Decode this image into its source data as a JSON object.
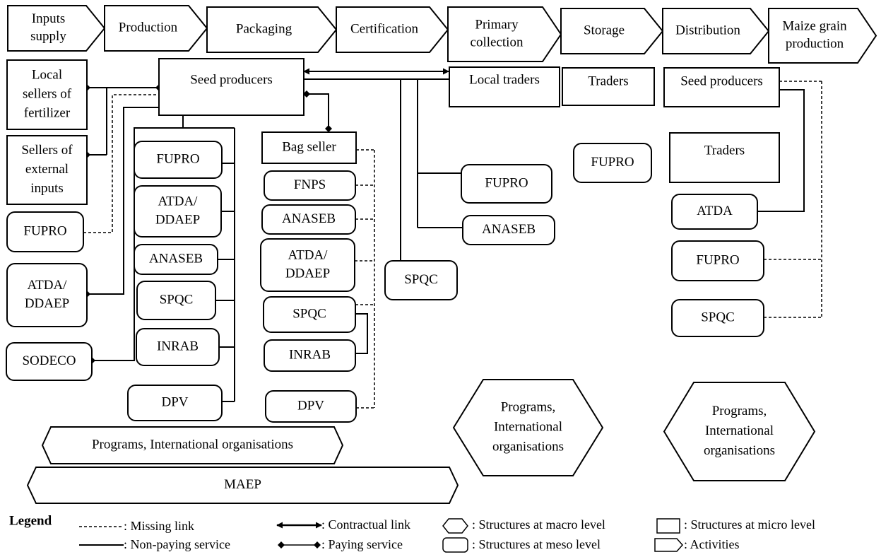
{
  "activities": [
    {
      "id": "inputs-supply",
      "lines": [
        "Inputs",
        "supply"
      ]
    },
    {
      "id": "production",
      "lines": [
        "Production"
      ]
    },
    {
      "id": "packaging",
      "lines": [
        "Packaging"
      ]
    },
    {
      "id": "certification",
      "lines": [
        "Certification"
      ]
    },
    {
      "id": "primary-collection",
      "lines": [
        "Primary",
        "collection"
      ]
    },
    {
      "id": "storage",
      "lines": [
        "Storage"
      ]
    },
    {
      "id": "distribution",
      "lines": [
        "Distribution"
      ]
    },
    {
      "id": "maize-grain-production",
      "lines": [
        "Maize grain",
        "production"
      ]
    }
  ],
  "micro_structures": [
    {
      "id": "local-sellers-fertilizer",
      "lines": [
        "Local",
        "sellers of",
        "fertilizer"
      ]
    },
    {
      "id": "sellers-external-inputs",
      "lines": [
        "Sellers of",
        "external",
        "inputs"
      ]
    },
    {
      "id": "seed-producers-main",
      "lines": [
        "Seed producers"
      ]
    },
    {
      "id": "bag-seller",
      "lines": [
        "Bag seller"
      ]
    },
    {
      "id": "local-traders",
      "lines": [
        "Local traders"
      ]
    },
    {
      "id": "traders-storage",
      "lines": [
        "Traders"
      ]
    },
    {
      "id": "seed-producers-distribution",
      "lines": [
        "Seed producers"
      ]
    },
    {
      "id": "traders-distribution",
      "lines": [
        "Traders"
      ]
    }
  ],
  "meso_structures": [
    {
      "id": "fupro-inputs",
      "lines": [
        "FUPRO"
      ]
    },
    {
      "id": "atda-ddaep-inputs",
      "lines": [
        "ATDA/",
        "DDAEP"
      ]
    },
    {
      "id": "sodeco",
      "lines": [
        "SODECO"
      ]
    },
    {
      "id": "fupro-production",
      "lines": [
        "FUPRO"
      ]
    },
    {
      "id": "atda-ddaep-production",
      "lines": [
        "ATDA/",
        "DDAEP"
      ]
    },
    {
      "id": "anaseb-production",
      "lines": [
        "ANASEB"
      ]
    },
    {
      "id": "spqc-production",
      "lines": [
        "SPQC"
      ]
    },
    {
      "id": "inrab-production",
      "lines": [
        "INRAB"
      ]
    },
    {
      "id": "dpv-production",
      "lines": [
        "DPV"
      ]
    },
    {
      "id": "fnps",
      "lines": [
        "FNPS"
      ]
    },
    {
      "id": "anaseb-packaging",
      "lines": [
        "ANASEB"
      ]
    },
    {
      "id": "atda-ddaep-packaging",
      "lines": [
        "ATDA/",
        "DDAEP"
      ]
    },
    {
      "id": "spqc-packaging",
      "lines": [
        "SPQC"
      ]
    },
    {
      "id": "inrab-packaging",
      "lines": [
        "INRAB"
      ]
    },
    {
      "id": "dpv-packaging",
      "lines": [
        "DPV"
      ]
    },
    {
      "id": "spqc-certification",
      "lines": [
        "SPQC"
      ]
    },
    {
      "id": "fupro-collection",
      "lines": [
        "FUPRO"
      ]
    },
    {
      "id": "anaseb-collection",
      "lines": [
        "ANASEB"
      ]
    },
    {
      "id": "fupro-storage",
      "lines": [
        "FUPRO"
      ]
    },
    {
      "id": "atda-distribution",
      "lines": [
        "ATDA"
      ]
    },
    {
      "id": "fupro-distribution",
      "lines": [
        "FUPRO"
      ]
    },
    {
      "id": "spqc-distribution",
      "lines": [
        "SPQC"
      ]
    }
  ],
  "macro_structures": [
    {
      "id": "programs-intl-wide",
      "lines": [
        "Programs, International organisations"
      ]
    },
    {
      "id": "maep",
      "lines": [
        "MAEP"
      ]
    },
    {
      "id": "programs-intl-middle",
      "lines": [
        "Programs,",
        "International",
        "organisations"
      ]
    },
    {
      "id": "programs-intl-right",
      "lines": [
        "Programs,",
        "International",
        "organisations"
      ]
    }
  ],
  "links": [
    {
      "type": "paying",
      "from": "local-sellers-fertilizer",
      "to": "seed-producers-main"
    },
    {
      "type": "paying",
      "from": "sellers-external-inputs",
      "to": "seed-producers-main"
    },
    {
      "type": "missing",
      "from": "fupro-inputs",
      "to": "seed-producers-main"
    },
    {
      "type": "paying",
      "from": "atda-ddaep-inputs",
      "to": "seed-producers-main"
    },
    {
      "type": "paying",
      "from": "sodeco",
      "to": "seed-producers-main"
    },
    {
      "type": "non-paying",
      "from": "seed-producers-main",
      "to": "production-services"
    },
    {
      "type": "paying",
      "from": "seed-producers-main",
      "to": "bag-seller"
    },
    {
      "type": "contractual",
      "from": "seed-producers-main",
      "to": "local-traders"
    },
    {
      "type": "non-paying",
      "from": "seed-producers-main",
      "to": "fupro-collection"
    },
    {
      "type": "non-paying",
      "from": "seed-producers-main",
      "to": "anaseb-collection"
    },
    {
      "type": "non-paying",
      "from": "seed-producers-main",
      "to": "spqc-certification"
    },
    {
      "type": "missing",
      "from": "bag-seller",
      "to": "packaging-services"
    },
    {
      "type": "non-paying",
      "from": "spqc-packaging",
      "to": "inrab-packaging"
    },
    {
      "type": "non-paying",
      "from": "seed-producers-distribution",
      "to": "atda-distribution"
    },
    {
      "type": "missing",
      "from": "seed-producers-distribution",
      "to": "fupro-distribution"
    },
    {
      "type": "missing",
      "from": "seed-producers-distribution",
      "to": "spqc-distribution"
    }
  ],
  "legend": {
    "title": "Legend",
    "items": [
      {
        "id": "missing-link",
        "label": ": Missing link"
      },
      {
        "id": "non-paying-service",
        "label": ": Non-paying service"
      },
      {
        "id": "contractual-link",
        "label": ": Contractual link"
      },
      {
        "id": "paying-service",
        "label": ": Paying service"
      },
      {
        "id": "macro-level",
        "label": ": Structures at macro level"
      },
      {
        "id": "meso-level",
        "label": ": Structures at meso level"
      },
      {
        "id": "micro-level",
        "label": ": Structures at micro level"
      },
      {
        "id": "activities",
        "label": ": Activities"
      }
    ]
  }
}
